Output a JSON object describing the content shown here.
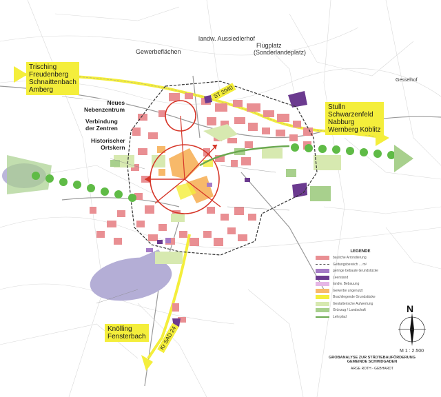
{
  "places": {
    "gewerbeflaechen": "Gewerbeflächen",
    "landw": "landw. Aussiedlerhof",
    "flugplatz_1": "Flugplatz",
    "flugplatz_2": "(Sonderlandeplatz)",
    "gesselhof": "Gesselhof"
  },
  "yellow_labels": {
    "north_west": [
      "Trisching",
      "Freudenberg",
      "Schnaittenbach",
      "Amberg"
    ],
    "east": [
      "Stulln",
      "Schwarzenfeld",
      "Nabburg",
      "Wernberg Köblitz"
    ],
    "south_west": [
      "Knölling",
      "Fensterbach"
    ]
  },
  "roads": {
    "st2040": "ST 2040",
    "sad24": "Kr SAD 24"
  },
  "center_labels": {
    "neues": [
      "Neues",
      "Nebenzentrum"
    ],
    "verbindung": [
      "Verbindung",
      "der Zentren"
    ],
    "historisch": [
      "Historischer",
      "Ortskern"
    ]
  },
  "legend": {
    "title": "LEGENDE",
    "items": [
      {
        "label": "bauliche Arrondierung",
        "color": "#e98f93",
        "kind": "fill"
      },
      {
        "label": "Geltungsbereich ... m²",
        "color": "#555555",
        "kind": "dash"
      },
      {
        "label": "geringe bebaute Grundstücke",
        "color": "#a57bc6",
        "kind": "fill"
      },
      {
        "label": "Leerstand",
        "color": "#6b3a8f",
        "kind": "fill"
      },
      {
        "label": "landw. Bebauung",
        "color": "#e6b6e6",
        "kind": "fill"
      },
      {
        "label": "Gewerbe ungenutzt",
        "color": "#f7b96a",
        "kind": "fill"
      },
      {
        "label": "Brachliegende Grundstücke",
        "color": "#f4ee3b",
        "kind": "fill"
      },
      {
        "label": "Gestalterische Aufwertung",
        "color": "#d7e9b0",
        "kind": "fill"
      },
      {
        "label": "Grünzug / Landschaft",
        "color": "#a8d08d",
        "kind": "fill"
      },
      {
        "label": "Lehrpfad",
        "color": "#6aa84f",
        "kind": "solid"
      }
    ]
  },
  "title_block": {
    "line1": "GROBANALYSE ZUR STÄDTEBAUFÖRDERUNG",
    "line2": "GEMEINDE SCHMIDGADEN",
    "authors": "ARGE ROTH - GEBHARDT"
  },
  "compass": {
    "north": "N",
    "scale": "M 1 : 2.500"
  },
  "colors": {
    "built": "#e98f93",
    "orange": "#f7b96a",
    "yellow": "#f4ee3b",
    "green": "#a8d08d",
    "green_dots": "#5fbb46",
    "lavender": "#b4aed6",
    "purple": "#6b3a8f",
    "red": "#d6372a"
  }
}
